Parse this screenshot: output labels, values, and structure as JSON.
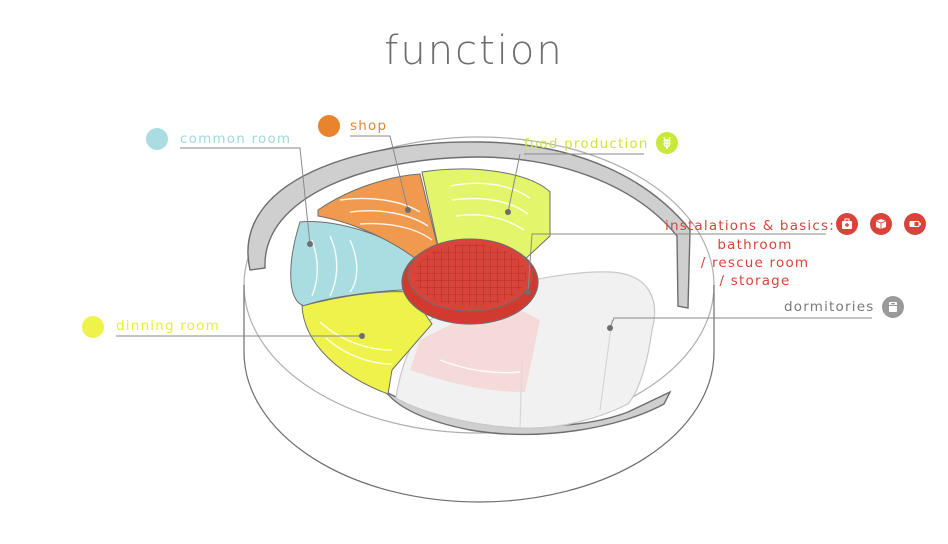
{
  "title": "function",
  "labels": {
    "common_room": "common room",
    "shop": "shop",
    "food_production": "food production",
    "dinning_room": "dinning room",
    "dormitories": "dormitories",
    "installations": "instalations  & basics:",
    "bathroom": "bathroom",
    "rescue_room": "/ rescue room",
    "storage": "/ storage"
  },
  "colors": {
    "common_room": "#a9dde2",
    "shop": "#ef9a4e",
    "food_production": "#e2f56b",
    "dinning_room": "#eef24a",
    "installations": "#d9443a",
    "dormitories": "#9a9a9a",
    "outline": "#6e6e6e"
  },
  "icons": {
    "common_room": "teal-dot-icon",
    "shop": "orange-dot-icon",
    "dinning_room": "yellow-dot-icon",
    "food_production": "wheat-icon",
    "installations": [
      "first-aid-kit-icon",
      "storage-box-icon",
      "battery-icon"
    ],
    "dormitories": "locker-icon"
  }
}
